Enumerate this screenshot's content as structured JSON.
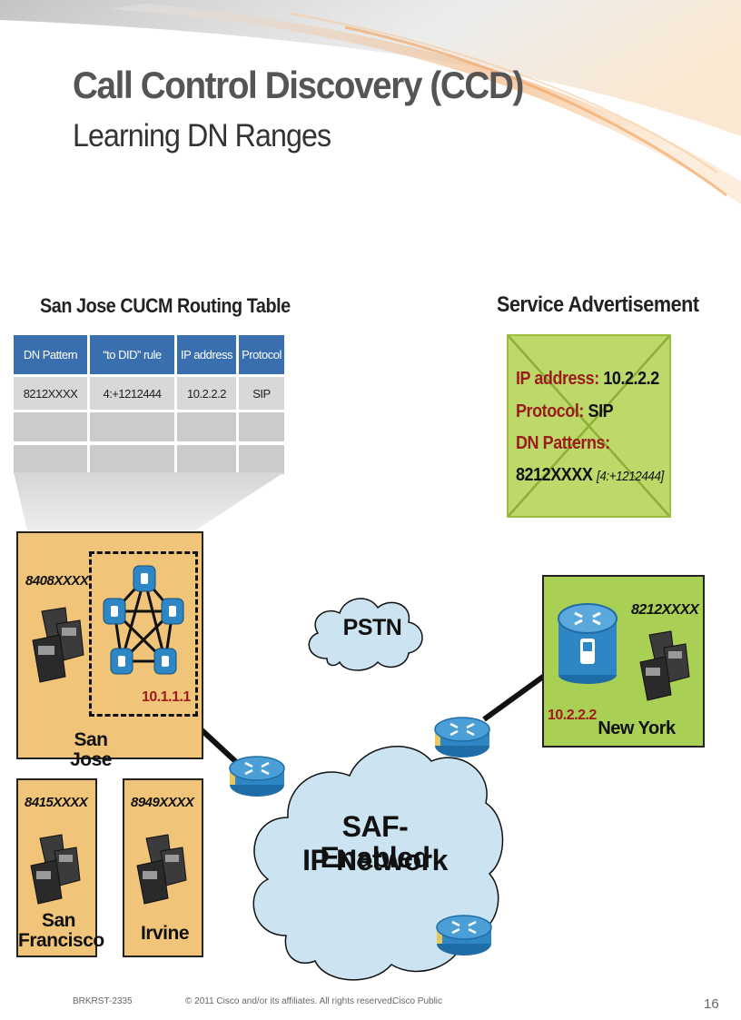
{
  "title": "Call Control Discovery (CCD)",
  "subtitle": "Learning DN Ranges",
  "routing_table": {
    "heading": "San Jose CUCM Routing Table",
    "columns": [
      "DN Pattern",
      "“to DID” rule",
      "IP address",
      "Protocol"
    ],
    "rows": [
      [
        "8212XXXX",
        "4:+1212444",
        "10.2.2.2",
        "SIP"
      ]
    ]
  },
  "service_advertisement": {
    "heading": "Service Advertisement",
    "ip_label": "IP address:",
    "ip_value": "10.2.2.2",
    "protocol_label": "Protocol:",
    "protocol_value": "SIP",
    "dn_label": "DN Patterns:",
    "dn_value": "8212XXXX",
    "dn_rule": "[4:+1212444]"
  },
  "sites": {
    "san_jose": {
      "name": "San Jose",
      "dn": "8408XXXX",
      "ip": "10.1.1.1"
    },
    "san_francisco": {
      "name_line1": "San",
      "name_line2": "Francisco",
      "dn": "8415XXXX"
    },
    "irvine": {
      "name": "Irvine",
      "dn": "8949XXXX"
    },
    "new_york": {
      "name": "New York",
      "dn": "8212XXXX",
      "ip": "10.2.2.2"
    }
  },
  "clouds": {
    "pstn": "PSTN",
    "saf_line1": "SAF-Enabled",
    "saf_line2": "IP Network"
  },
  "footer": {
    "code": "BRKRST-2335",
    "copyright": "© 2011 Cisco and/or its affiliates. All rights reserved.",
    "classification": "Cisco Public",
    "page": "16"
  },
  "colors": {
    "header_blue": "#3a6faf",
    "site_orange": "#f0c57a",
    "site_green": "#a9cf55",
    "cloud_blue": "#cce3f1",
    "ip_red": "#a01c1c",
    "router_blue": "#2f86c4"
  }
}
